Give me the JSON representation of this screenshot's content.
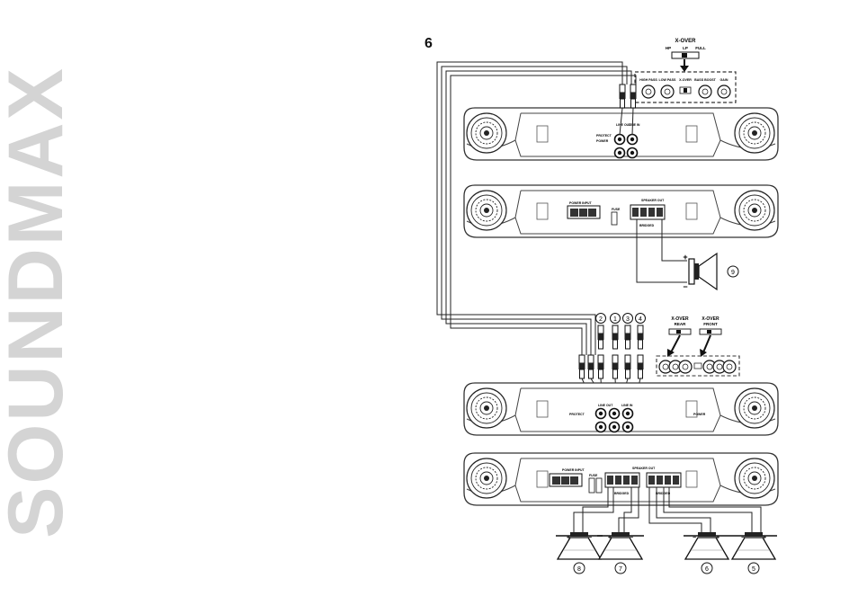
{
  "brand_watermark": "SOUNDMAX",
  "figure_number": "6",
  "top_xover": {
    "title": "X-OVER",
    "options": [
      "HP",
      "LP",
      "FULL"
    ]
  },
  "top_controls": [
    "HIGH PASS",
    "LOW PASS",
    "X-OVER",
    "BASS BOOST",
    "GAIN"
  ],
  "amp1_front": {
    "labels": [
      "PROTECT",
      "POWER",
      "LINE OUT",
      "LINE IN"
    ]
  },
  "amp1_rear": {
    "labels": [
      "POWER INPUT",
      "FUSE",
      "SPEAKER OUT",
      "BRIDGED"
    ]
  },
  "amp2_front": {
    "labels": [
      "PROTECT",
      "POWER",
      "LINE OUT",
      "LINE IN"
    ]
  },
  "amp2_rear": {
    "labels": [
      "POWER INPUT",
      "FUSE",
      "SPEAKER OUT",
      "BRIDGED",
      "BRIDGED"
    ]
  },
  "bottom_xovers": [
    {
      "title": "X-OVER",
      "sub": "REAR"
    },
    {
      "title": "X-OVER",
      "sub": "FRONT"
    }
  ],
  "rca_channels": [
    "2",
    "1",
    "3",
    "4"
  ],
  "speaker_callouts": [
    "9",
    "8",
    "7",
    "6",
    "5"
  ]
}
